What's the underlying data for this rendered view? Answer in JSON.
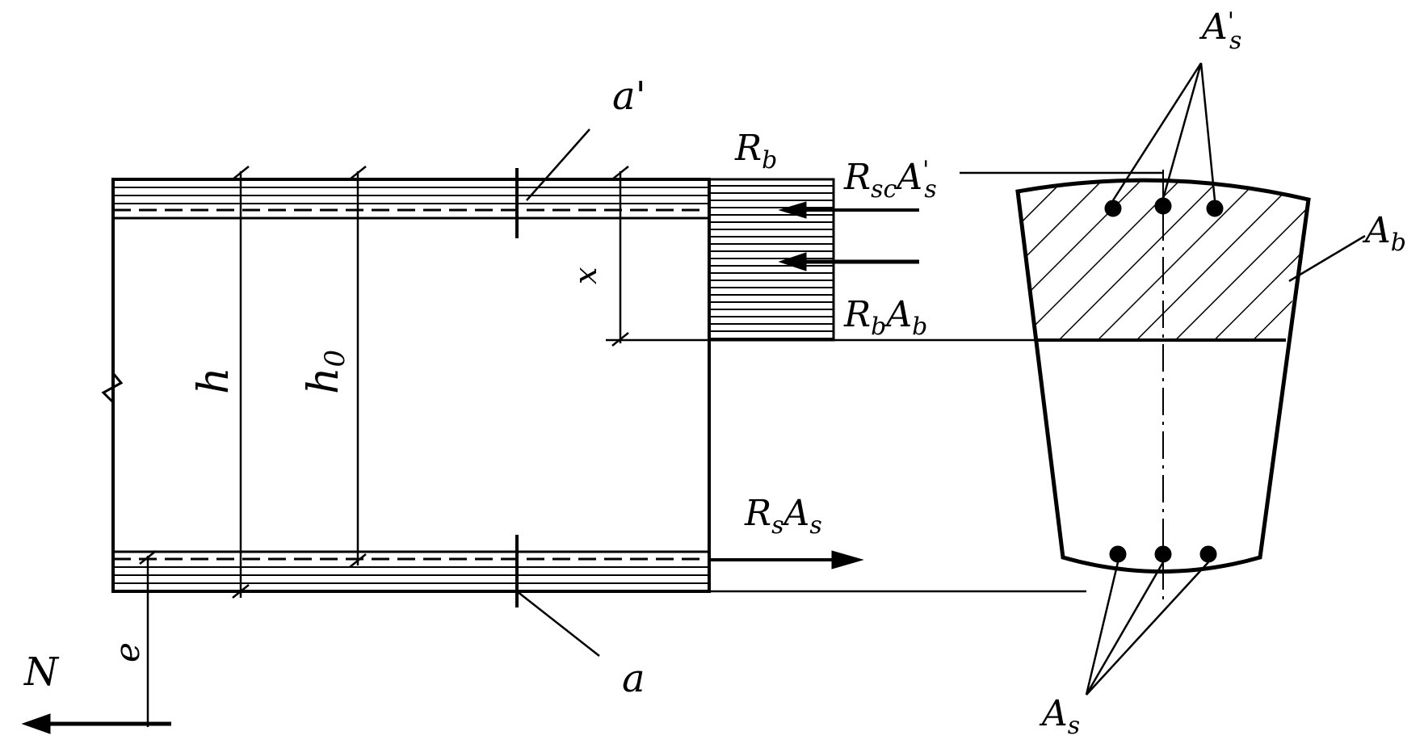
{
  "labels": {
    "a_prime": "a'",
    "a": "a",
    "x": "x",
    "h": "h",
    "h0_base": "h",
    "h0_sub": "0",
    "e": "e",
    "N": "N",
    "Rb_base": "R",
    "Rb_sub": "b",
    "Rsc_R": "R",
    "Rsc_sub": "sc",
    "Rsc_A": "A",
    "Rsc_sup": "'",
    "Rsc_sub2": "s",
    "RbAb_R": "R",
    "RbAb_sub1": "b",
    "RbAb_A": "A",
    "RbAb_sub2": "b",
    "RsAs_R": "R",
    "RsAs_sub1": "s",
    "RsAs_A": "A",
    "RsAs_sub2": "s",
    "As_prime_A": "A",
    "As_prime_sup": "'",
    "As_prime_sub": "s",
    "Ab_A": "A",
    "Ab_sub": "b",
    "As_A": "A",
    "As_sub": "s"
  },
  "colors": {
    "ink": "#000000",
    "background": "#ffffff"
  }
}
